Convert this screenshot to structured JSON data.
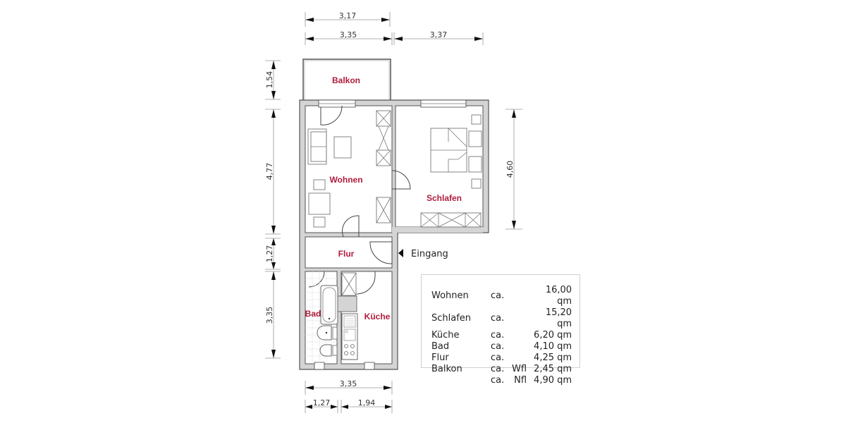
{
  "dimensions": {
    "top_overall": "3,17",
    "top_left": "3,35",
    "top_right": "3,37",
    "left_balcony": "1,54",
    "left_wohnen": "4,77",
    "left_flur": "1,27",
    "left_bad": "3,35",
    "right_schlafen": "4,60",
    "bottom_overall": "3,35",
    "bottom_left": "1,27",
    "bottom_right": "1,94"
  },
  "rooms": {
    "balkon": "Balkon",
    "wohnen": "Wohnen",
    "schlafen": "Schlafen",
    "flur": "Flur",
    "bad": "Bad",
    "kueche": "Küche"
  },
  "entrance": {
    "label": "Eingang",
    "icon": "triangle-left-arrow"
  },
  "colors": {
    "room_label": "#b01c3c",
    "wall_fill": "#d4d4d4",
    "wall_stroke": "#555555"
  },
  "area_table": {
    "rows": [
      {
        "room": "Wohnen",
        "ca": "ca.",
        "type": "",
        "value": "16,00 qm"
      },
      {
        "room": "Schlafen",
        "ca": "ca.",
        "type": "",
        "value": "15,20 qm"
      },
      {
        "room": "Küche",
        "ca": "ca.",
        "type": "",
        "value": "6,20 qm"
      },
      {
        "room": "Bad",
        "ca": "ca.",
        "type": "",
        "value": "4,10 qm"
      },
      {
        "room": "Flur",
        "ca": "ca.",
        "type": "",
        "value": "4,25 qm"
      },
      {
        "room": "Balkon",
        "ca": "ca.",
        "type": "Wfl",
        "value": "2,45 qm"
      },
      {
        "room": "",
        "ca": "ca.",
        "type": "Nfl",
        "value": "4,90 qm"
      }
    ]
  }
}
